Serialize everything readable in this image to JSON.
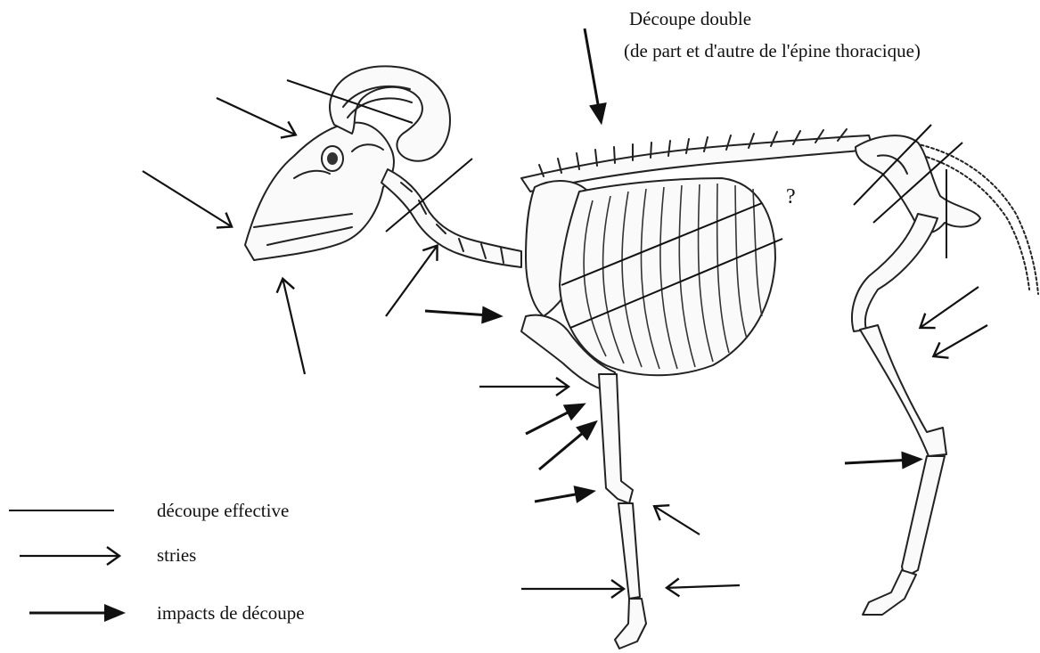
{
  "annotations": {
    "double_cut_line1": "Découpe double",
    "double_cut_line2": "(de part et d'autre de l'épine thoracique)",
    "question_mark": "?"
  },
  "legend": {
    "effective_cut": "découpe effective",
    "striations": "stries",
    "cut_impacts": "impacts de découpe"
  }
}
